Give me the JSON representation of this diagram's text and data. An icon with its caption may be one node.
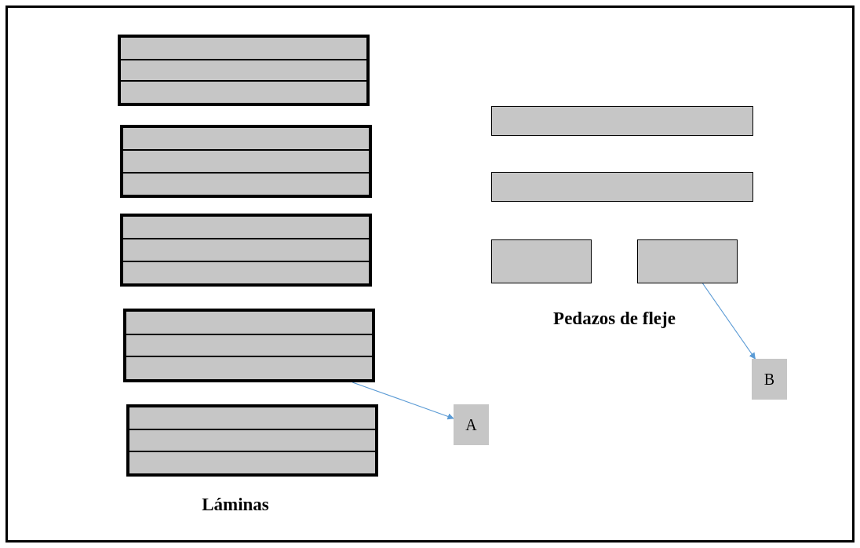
{
  "diagram": {
    "nodes": [
      {
        "text": [],
        "shape": "box"
      },
      {
        "text": [],
        "shape": "box"
      },
      {
        "text": [],
        "shape": "box"
      },
      {
        "text": [],
        "shape": "box"
      },
      {
        "text": [],
        "shape": "box"
      },
      {
        "text": [],
        "shape": "box"
      },
      {
        "text": [],
        "shape": "box"
      },
      {
        "text": [],
        "shape": "box"
      },
      {
        "text": [],
        "shape": "box"
      },
      {
        "text": [
          "A"
        ]
      },
      {
        "text": [
          "B"
        ]
      }
    ],
    "edges": [
      {
        "from": 3,
        "to": 9,
        "arrow": "to"
      },
      {
        "from": 8,
        "to": 10,
        "arrow": "to"
      }
    ],
    "labels": [
      "Láminas",
      "Pedazos de fleje"
    ]
  }
}
